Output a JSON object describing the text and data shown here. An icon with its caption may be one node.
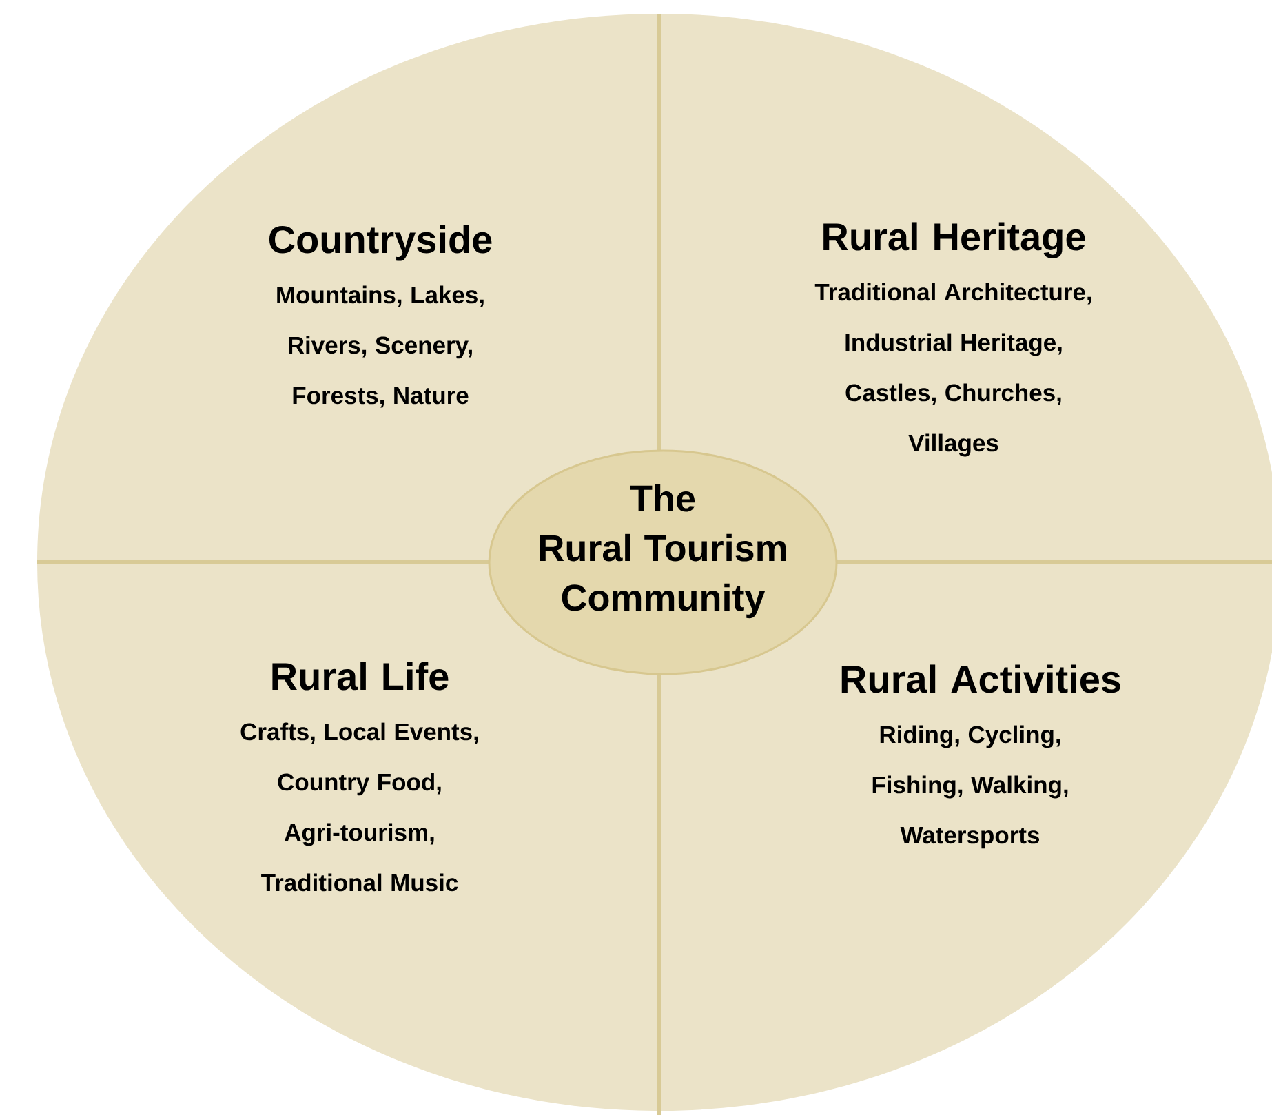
{
  "diagram": {
    "nodes": [
      {
        "text": [
          "The Rural Tourism Community"
        ]
      },
      {
        "text": [
          "Countryside",
          "Mountains, Lakes, Rivers, Scenery, Forests, Nature"
        ]
      },
      {
        "text": [
          "Rural Heritage",
          "Traditional Architecture, Industrial Heritage, Castles, Churches, Villages"
        ]
      },
      {
        "text": [
          "Rural Life",
          "Crafts, Local Events, Country Food, Agri-tourism, Traditional Music"
        ]
      },
      {
        "text": [
          "Rural Activities",
          "Riding, Cycling, Fishing, Walking, Watersports"
        ]
      }
    ]
  }
}
